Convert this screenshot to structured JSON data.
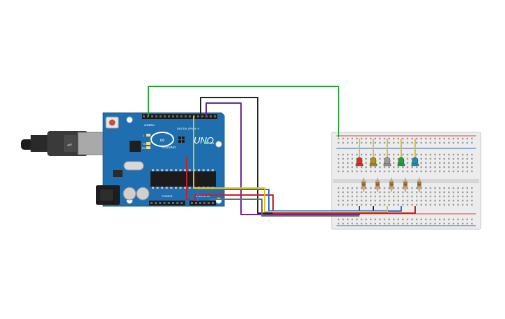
{
  "canvas": {
    "background": "#ffffff"
  },
  "board": {
    "logo_text": "UNO",
    "brand_text": "ARDUINO",
    "digital_label": "DIGITAL (PWM ~)",
    "power_label": "POWER",
    "analog_label": "ANALOG IN",
    "aref_label": "AREF",
    "gnd_label": "GND",
    "tx_label": "TX",
    "rx_label": "RX",
    "l_label": "L",
    "on_label": "ON",
    "color": "#1f6fb0",
    "edge_color": "#155a93"
  },
  "breadboard": {
    "color": "#ececec",
    "rail_red": "#d8443c",
    "rail_blue": "#3a66c4"
  },
  "leds": [
    {
      "name": "led-red",
      "color": "#d9302c"
    },
    {
      "name": "led-yellow",
      "color": "#b09212"
    },
    {
      "name": "led-white",
      "color": "#9a9a9a"
    },
    {
      "name": "led-green",
      "color": "#1fa03a"
    },
    {
      "name": "led-blue",
      "color": "#1a8fb5"
    }
  ],
  "wire_colors": {
    "green": "#27a33a",
    "black": "#222222",
    "purple": "#6a2a93",
    "red": "#cc1f1f",
    "blue": "#2a70d0",
    "yellow": "#e0c21a",
    "gray": "#6b6b6b"
  }
}
